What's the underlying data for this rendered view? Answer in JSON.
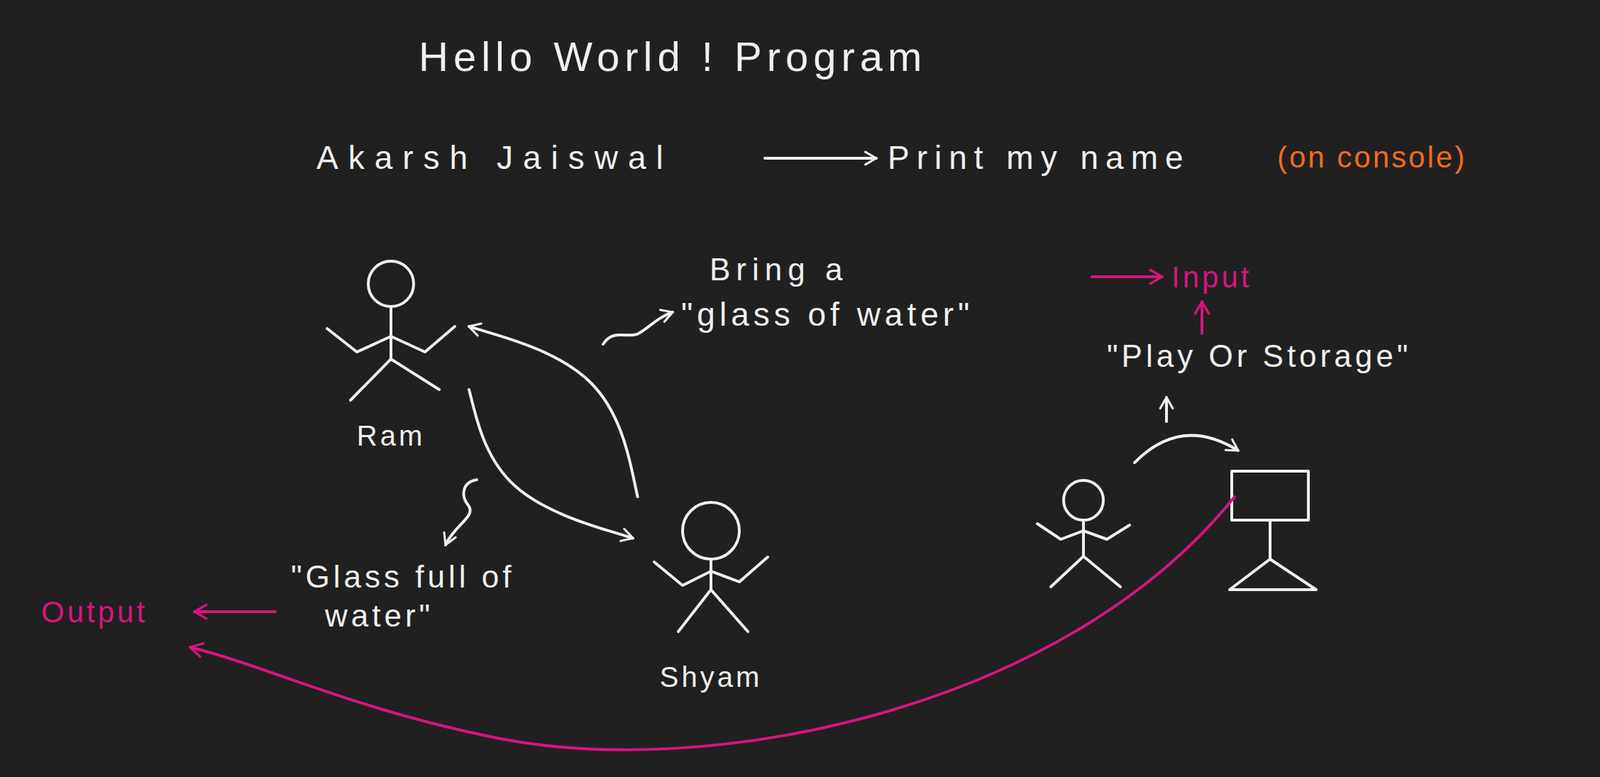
{
  "diagram": {
    "title": "Hello World ! Program",
    "nodes": [
      {
        "text": [
          "Ram"
        ]
      },
      {
        "text": [
          "Shyam"
        ]
      }
    ],
    "edges": [
      {
        "from": 0,
        "to": 1,
        "arrow": "to"
      },
      {
        "from": 1,
        "to": 0,
        "arrow": "to"
      }
    ],
    "labels": [
      "Akarsh Jaiswal",
      "Print my name",
      "(on console)",
      "Bring a",
      "\"glass of water\"",
      "Input",
      "\"Play Or Storage\"",
      "\"Glass full of water\"",
      "Output"
    ]
  }
}
